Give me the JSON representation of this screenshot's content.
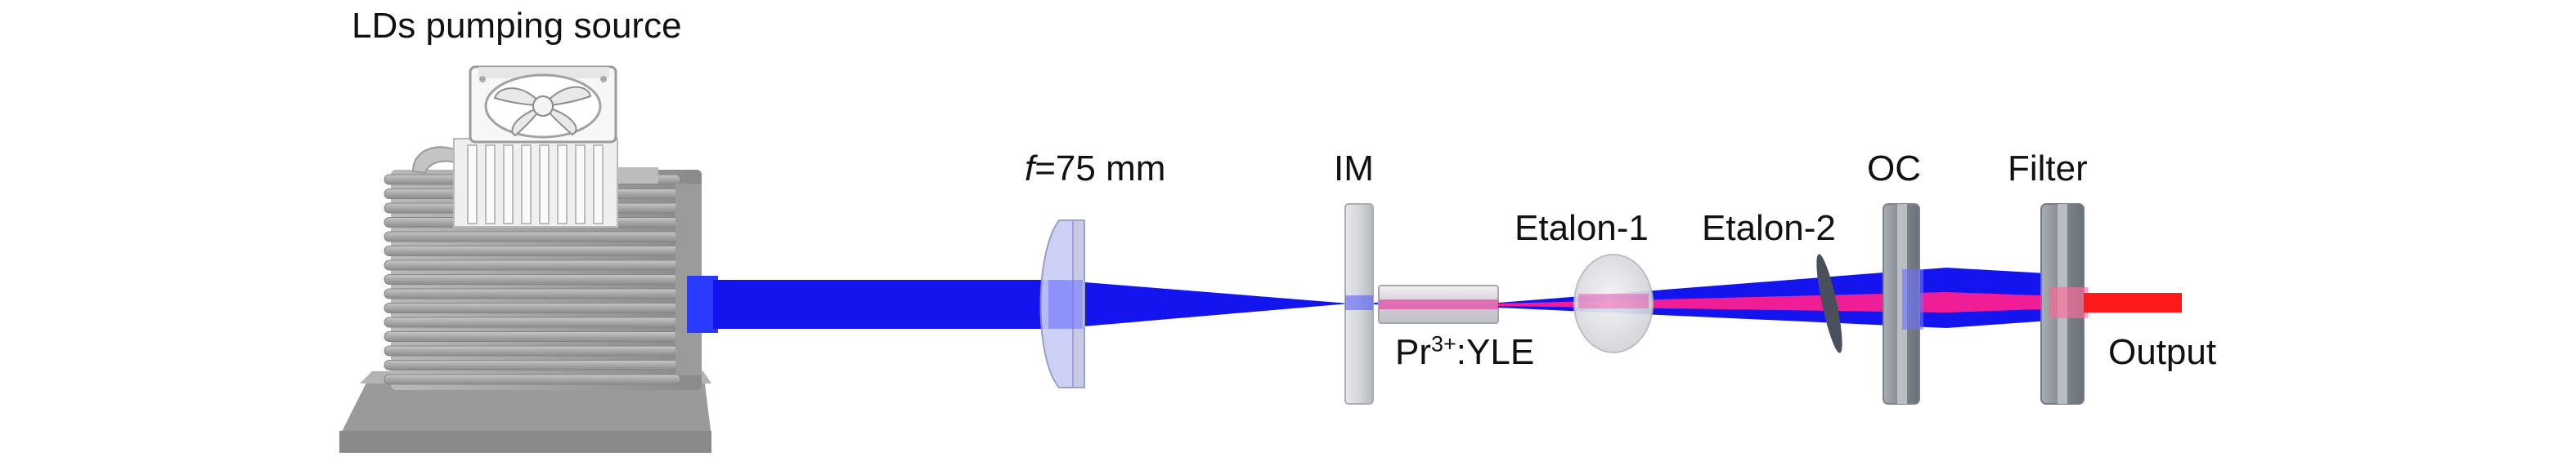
{
  "labels": {
    "source": "LDs pumping source",
    "lens_italic": "f",
    "lens_rest": "=75 mm",
    "im": "IM",
    "crystal_pre": "Pr",
    "crystal_sup": "3+",
    "crystal_post": ":YLE",
    "etalon1": "Etalon-1",
    "etalon2": "Etalon-2",
    "oc": "OC",
    "filter": "Filter",
    "output": "Output"
  },
  "colors": {
    "pump_beam": "#1414ee",
    "laser_beam": "#ff1a1a",
    "intracavity_beam": "#f01e96",
    "housing": "#9a9a9a",
    "optic": "#cfd3d8"
  }
}
